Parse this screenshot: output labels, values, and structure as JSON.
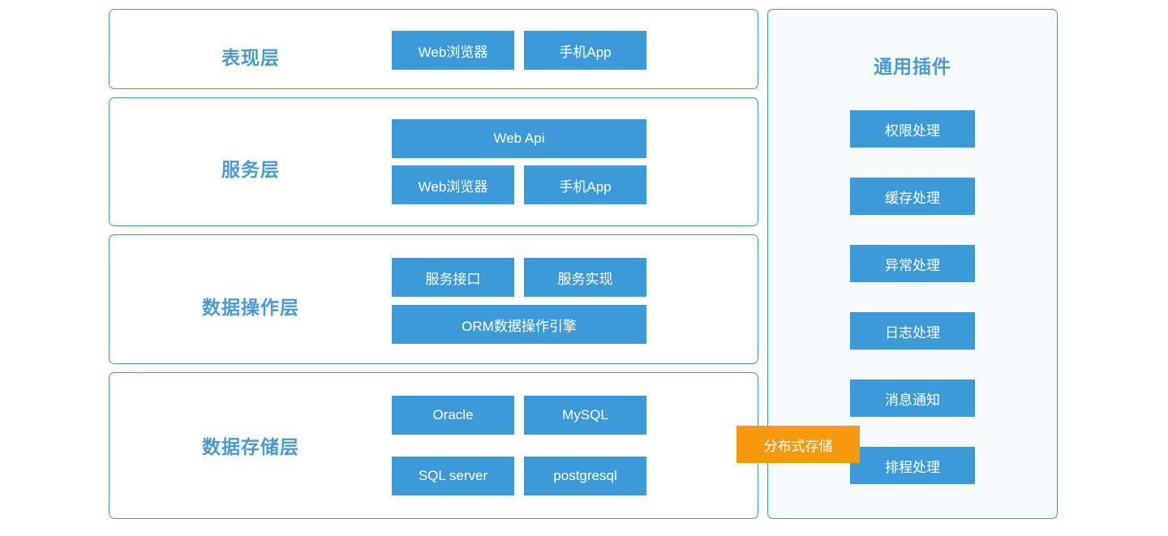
{
  "colors": {
    "panel_border": "#3d94d6",
    "node_fill": "#3d9ad9",
    "title_text": "#4a9ad4",
    "accent_orange": "#f59a0e",
    "plugins_panel_bg": "#f7fbfd",
    "page_bg": "#ffffff"
  },
  "layers": [
    {
      "title": "表现层",
      "rows": [
        [
          {
            "label": "Web浏览器",
            "size": "half"
          },
          {
            "label": "手机App",
            "size": "half"
          }
        ]
      ]
    },
    {
      "title": "服务层",
      "rows": [
        [
          {
            "label": "Web Api",
            "size": "full"
          }
        ],
        [
          {
            "label": "Web浏览器",
            "size": "half"
          },
          {
            "label": "手机App",
            "size": "half"
          }
        ]
      ]
    },
    {
      "title": "数据操作层",
      "rows": [
        [
          {
            "label": "服务接口",
            "size": "half"
          },
          {
            "label": "服务实现",
            "size": "half"
          }
        ],
        [
          {
            "label": "ORM数据操作引擎",
            "size": "full"
          }
        ]
      ]
    },
    {
      "title": "数据存储层",
      "rows": [
        [
          {
            "label": "Oracle",
            "size": "half"
          },
          {
            "label": "MySQL",
            "size": "half"
          }
        ],
        [
          {
            "label": "SQL server",
            "size": "half"
          },
          {
            "label": "postgresql",
            "size": "half"
          }
        ]
      ],
      "overlay_badge": "分布式存储"
    }
  ],
  "plugins": {
    "title": "通用插件",
    "items": [
      {
        "label": "权限处理"
      },
      {
        "label": "缓存处理"
      },
      {
        "label": "异常处理"
      },
      {
        "label": "日志处理"
      },
      {
        "label": "消息通知"
      },
      {
        "label": "排程处理"
      }
    ]
  }
}
